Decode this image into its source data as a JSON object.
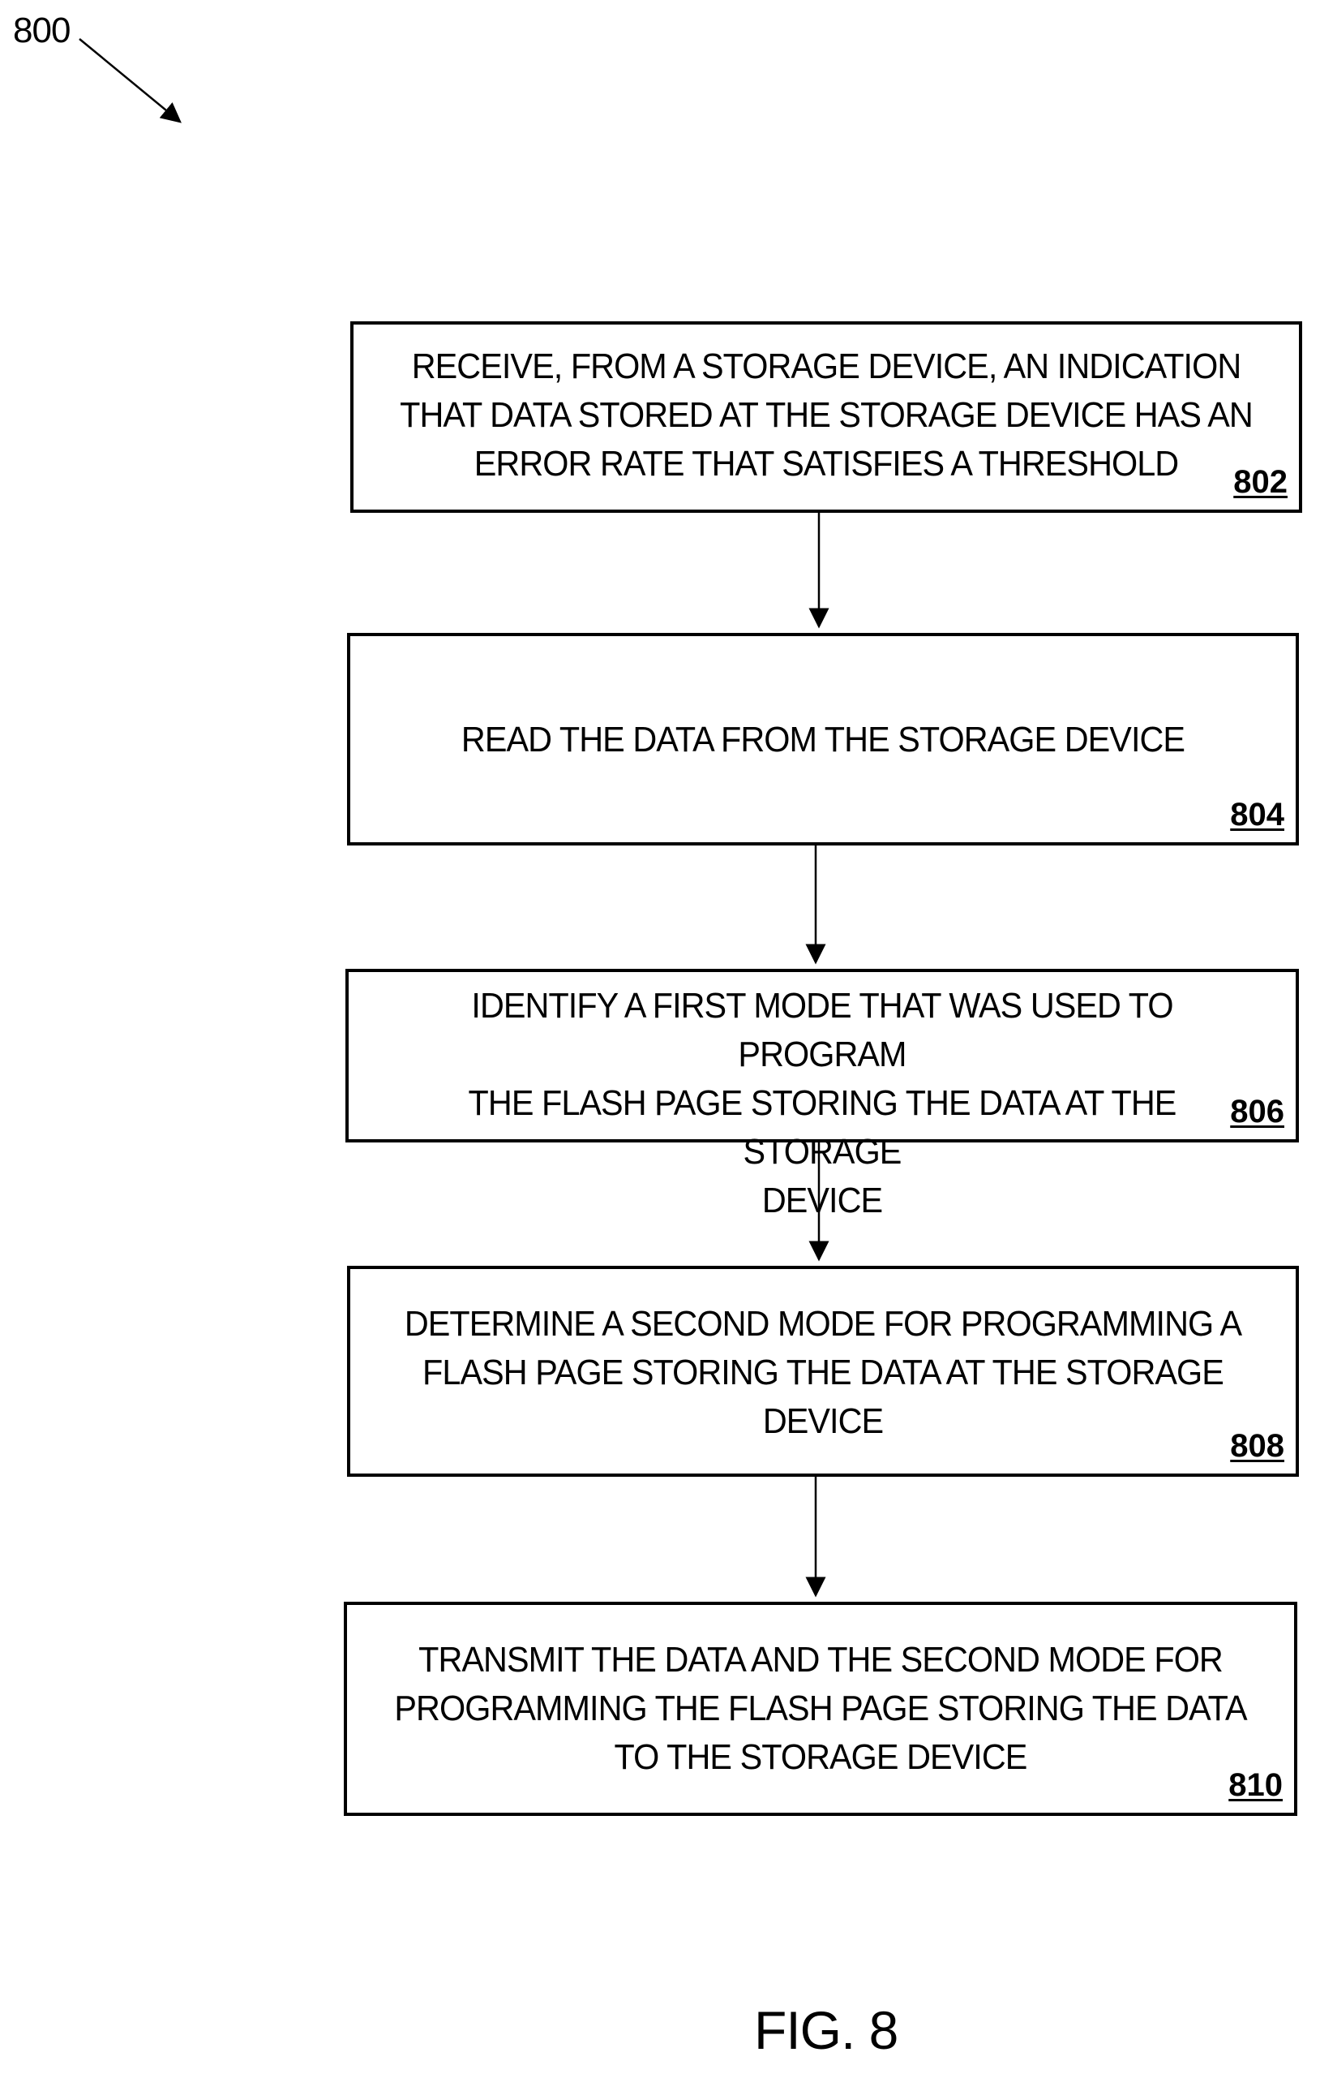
{
  "figure": {
    "number": "800",
    "caption": "FIG. 8"
  },
  "steps": [
    {
      "text": "RECEIVE, FROM A STORAGE DEVICE, AN INDICATION\nTHAT DATA STORED AT THE STORAGE DEVICE HAS AN\nERROR RATE THAT SATISFIES A THRESHOLD",
      "ref": "802"
    },
    {
      "text": "READ THE DATA FROM THE STORAGE DEVICE",
      "ref": "804"
    },
    {
      "text": "IDENTIFY A FIRST MODE THAT WAS USED TO PROGRAM\nTHE FLASH PAGE STORING THE DATA AT THE STORAGE\nDEVICE",
      "ref": "806"
    },
    {
      "text": "DETERMINE A SECOND MODE FOR PROGRAMMING A\nFLASH PAGE STORING THE DATA AT THE STORAGE\nDEVICE",
      "ref": "808"
    },
    {
      "text": "TRANSMIT THE DATA AND THE SECOND MODE FOR\nPROGRAMMING THE FLASH PAGE STORING THE DATA\nTO THE STORAGE DEVICE",
      "ref": "810"
    }
  ]
}
